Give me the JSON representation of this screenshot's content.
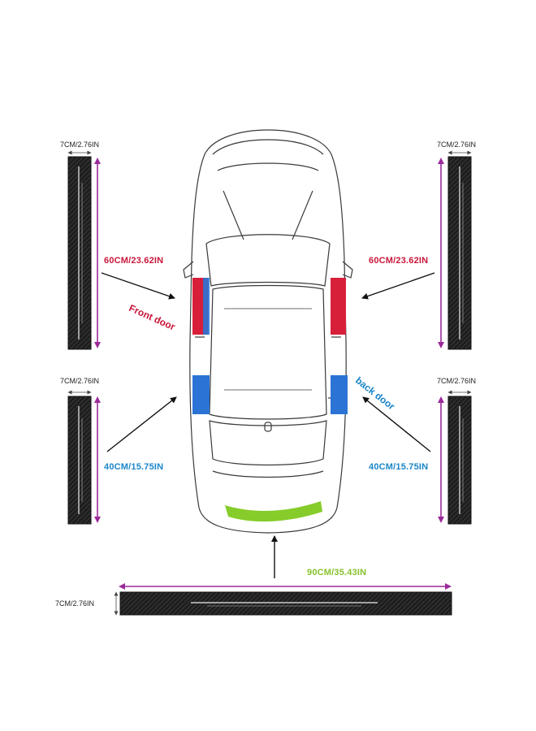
{
  "labels": {
    "width": "7CM/2.76IN",
    "front_length": "60CM/23.62IN",
    "back_length": "40CM/15.75IN",
    "trunk_length": "90CM/35.43IN",
    "front_door": "Front door",
    "back_door": "back door"
  },
  "colors": {
    "front": "#d81f3a",
    "back": "#2b74d6",
    "trunk": "#86cc2a",
    "front_text": "#c8173a",
    "back_text": "#1b86c8",
    "trunk_text": "#86c22a",
    "dimension_arrow": "#9b2a9b",
    "strip": "#1c1c1c"
  }
}
